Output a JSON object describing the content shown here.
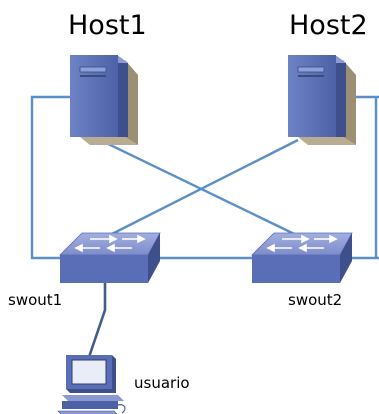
{
  "hosts": {
    "host1": {
      "label": "Host1",
      "icon": "server-tower-icon"
    },
    "host2": {
      "label": "Host2",
      "icon": "server-tower-icon"
    }
  },
  "switches": {
    "swout1": {
      "label": "swout1",
      "icon": "network-switch-icon"
    },
    "swout2": {
      "label": "swout2",
      "icon": "network-switch-icon"
    }
  },
  "user": {
    "label": "usuario",
    "icon": "workstation-icon"
  },
  "colors": {
    "link": "#5b8fc7",
    "link_dark": "#3f5f8a",
    "server_body": "#5a70b4",
    "server_side": "#3e4f8c",
    "server_shadow": "#9b9074",
    "switch_top": "#8b99d2",
    "switch_front": "#5a6eb8",
    "switch_side": "#3e4f8c"
  }
}
